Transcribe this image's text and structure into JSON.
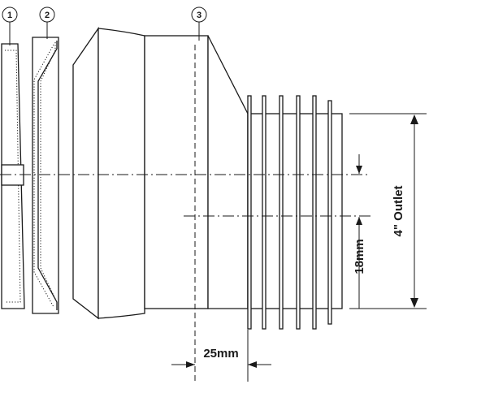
{
  "callouts": [
    {
      "number": "1"
    },
    {
      "number": "2"
    },
    {
      "number": "3"
    }
  ],
  "dimensions": {
    "outlet_label": "4\" Outlet",
    "offset_label": "18mm",
    "depth_label": "25mm"
  }
}
